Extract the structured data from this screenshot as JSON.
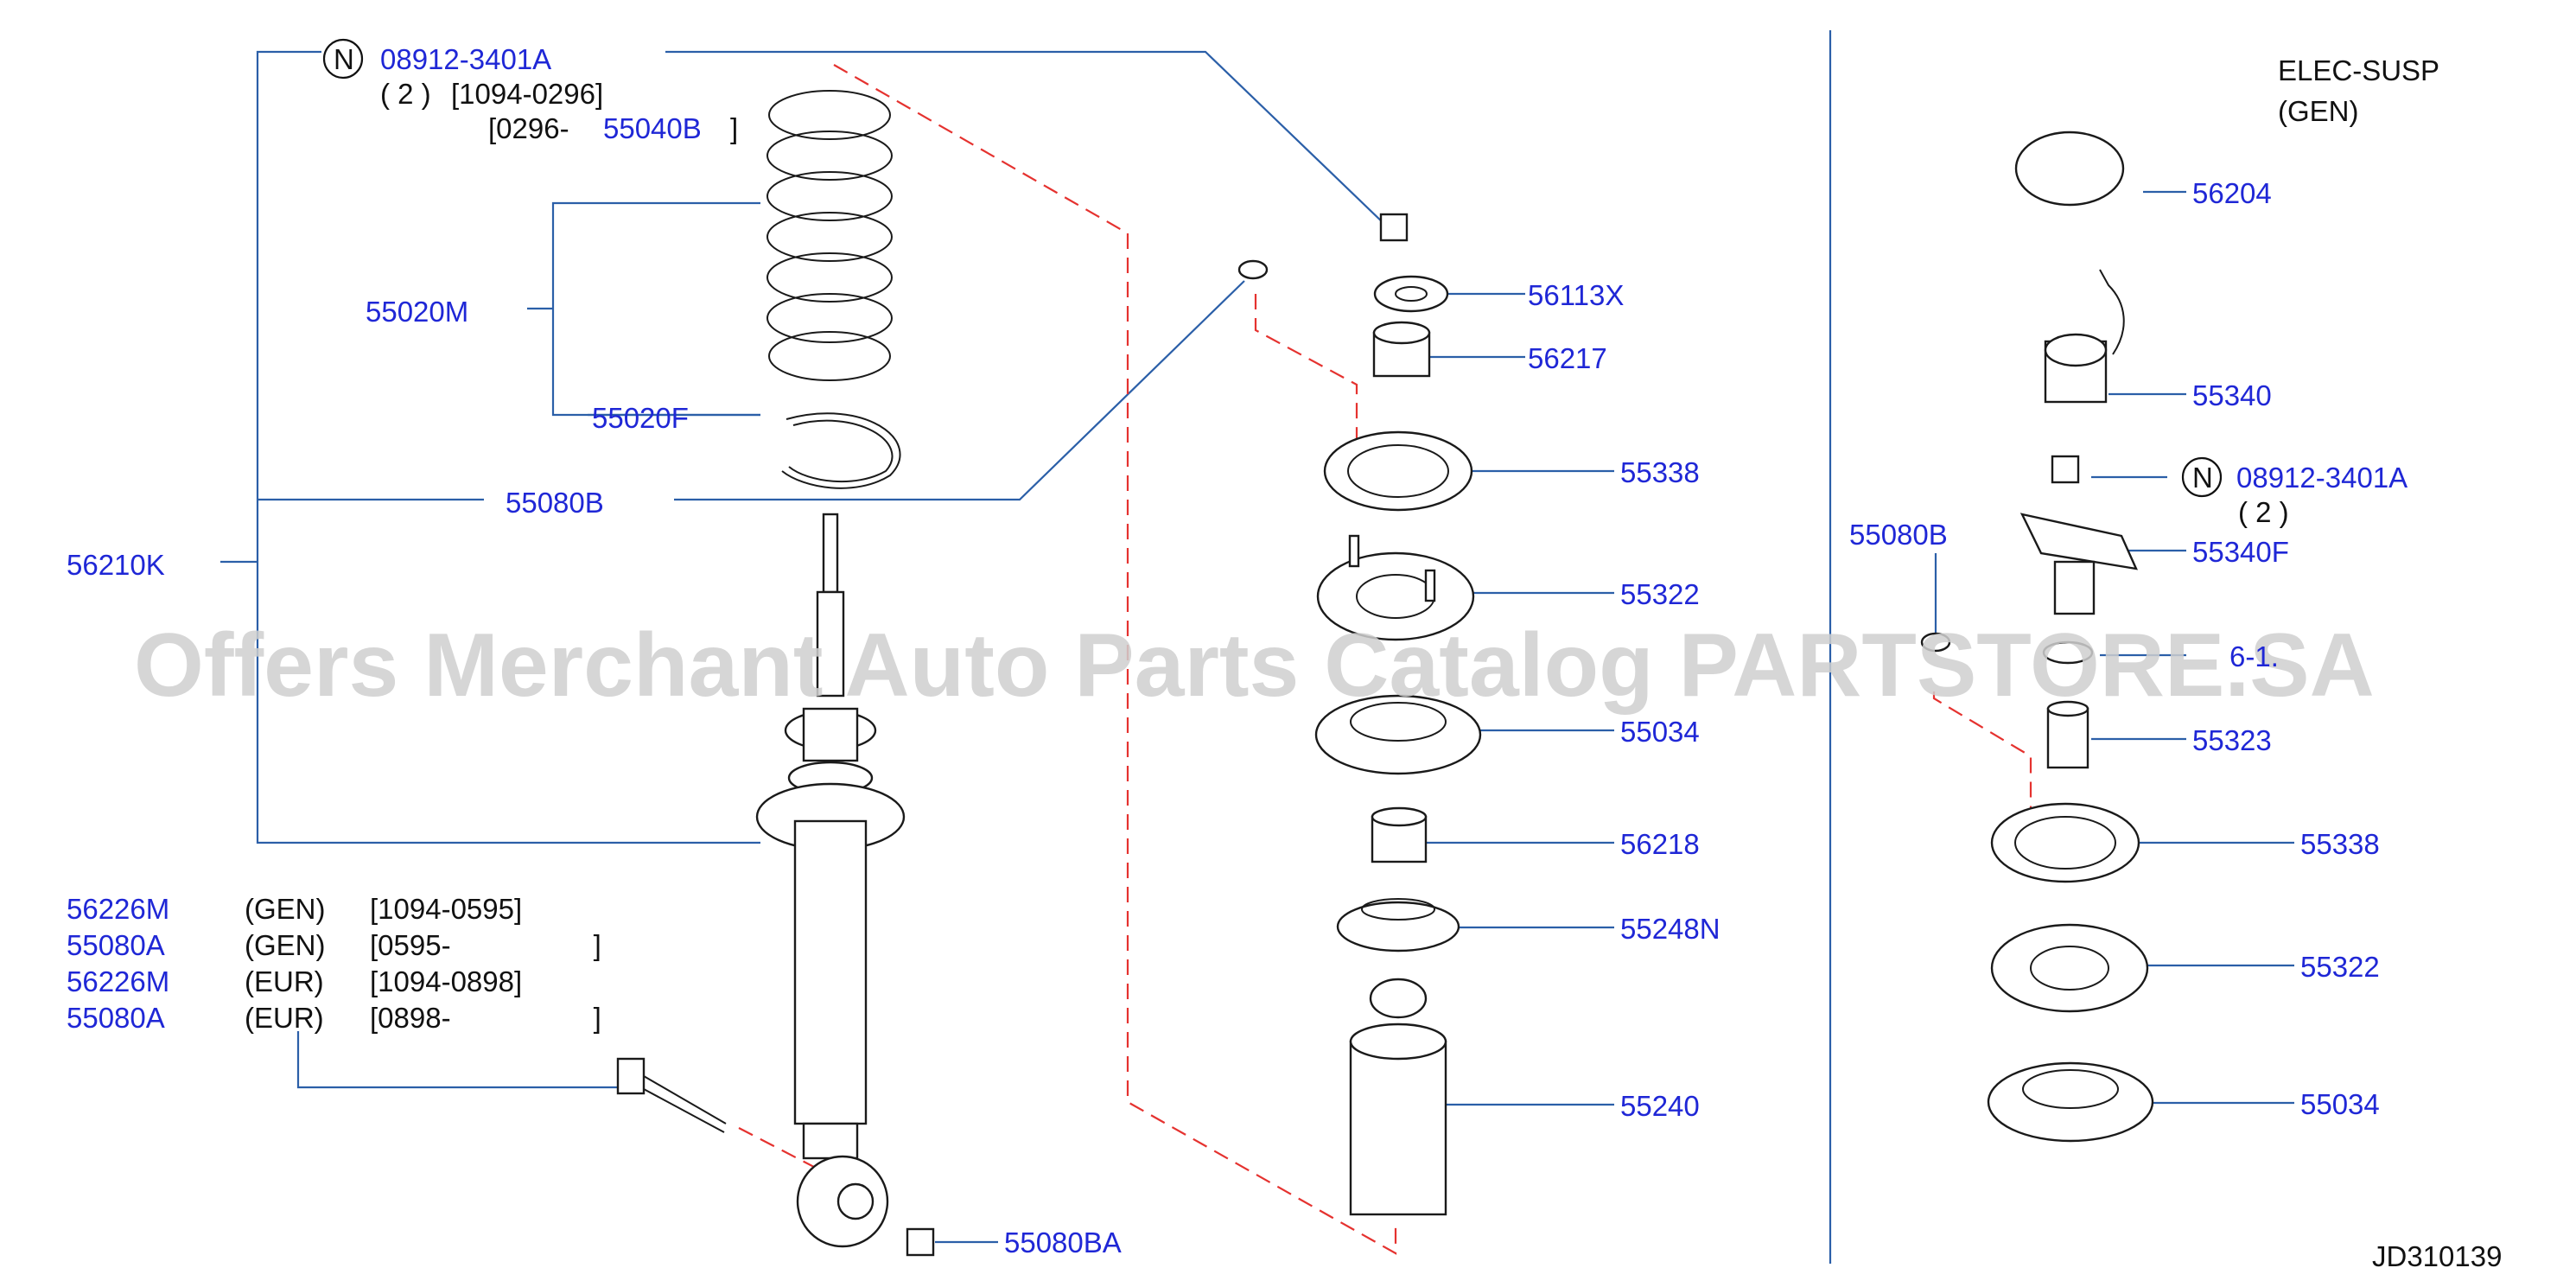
{
  "diagram": {
    "header_note": {
      "line1": "ELEC-SUSP",
      "line2": "(GEN)"
    },
    "diagram_id": "JD310139",
    "watermark": "Offers Merchant Auto Parts Catalog PARTSTORE.SA",
    "left_group": {
      "nut_symbol": "N",
      "nut_part": "08912-3401A",
      "nut_qty": "( 2 )",
      "nut_range1": "[1094-0296]",
      "nut_range2": "[0296-",
      "nut_range2_part": "55040B",
      "nut_range2_close": "]",
      "spring_part": "55020M",
      "seat_part": "55020F",
      "bolt_part": "55080B",
      "shock_assembly": "56210K"
    },
    "legend_table": {
      "rows": [
        {
          "part": "56226M",
          "market": "(GEN)",
          "range": "[1094-0595]"
        },
        {
          "part": "55080A",
          "market": "(GEN)",
          "range": "[0595-                  ]"
        },
        {
          "part": "56226M",
          "market": "(EUR)",
          "range": "[1094-0898]"
        },
        {
          "part": "55080A",
          "market": "(EUR)",
          "range": "[0898-                  ]"
        }
      ]
    },
    "bottom_nut": "55080BA",
    "center_column": {
      "p1": "56113X",
      "p2": "56217",
      "p3": "55338",
      "p4": "55322",
      "p5": "55034",
      "p6": "56218",
      "p7": "55248N",
      "p8": "55240"
    },
    "right_column": {
      "p1": "56204",
      "p2": "55340",
      "nut_symbol": "N",
      "nut_part": "08912-3401A",
      "nut_qty": "( 2 )",
      "bolt": "55080B",
      "p3": "55340F",
      "p4": "6-1.",
      "p5": "55323",
      "p6": "55338",
      "p7": "55322",
      "p8": "55034"
    },
    "colors": {
      "part_number": "#1f27d6",
      "leader_line": "#2b5fa8",
      "dashed_line": "#e5322f",
      "watermark": "#cfcfcf"
    }
  }
}
